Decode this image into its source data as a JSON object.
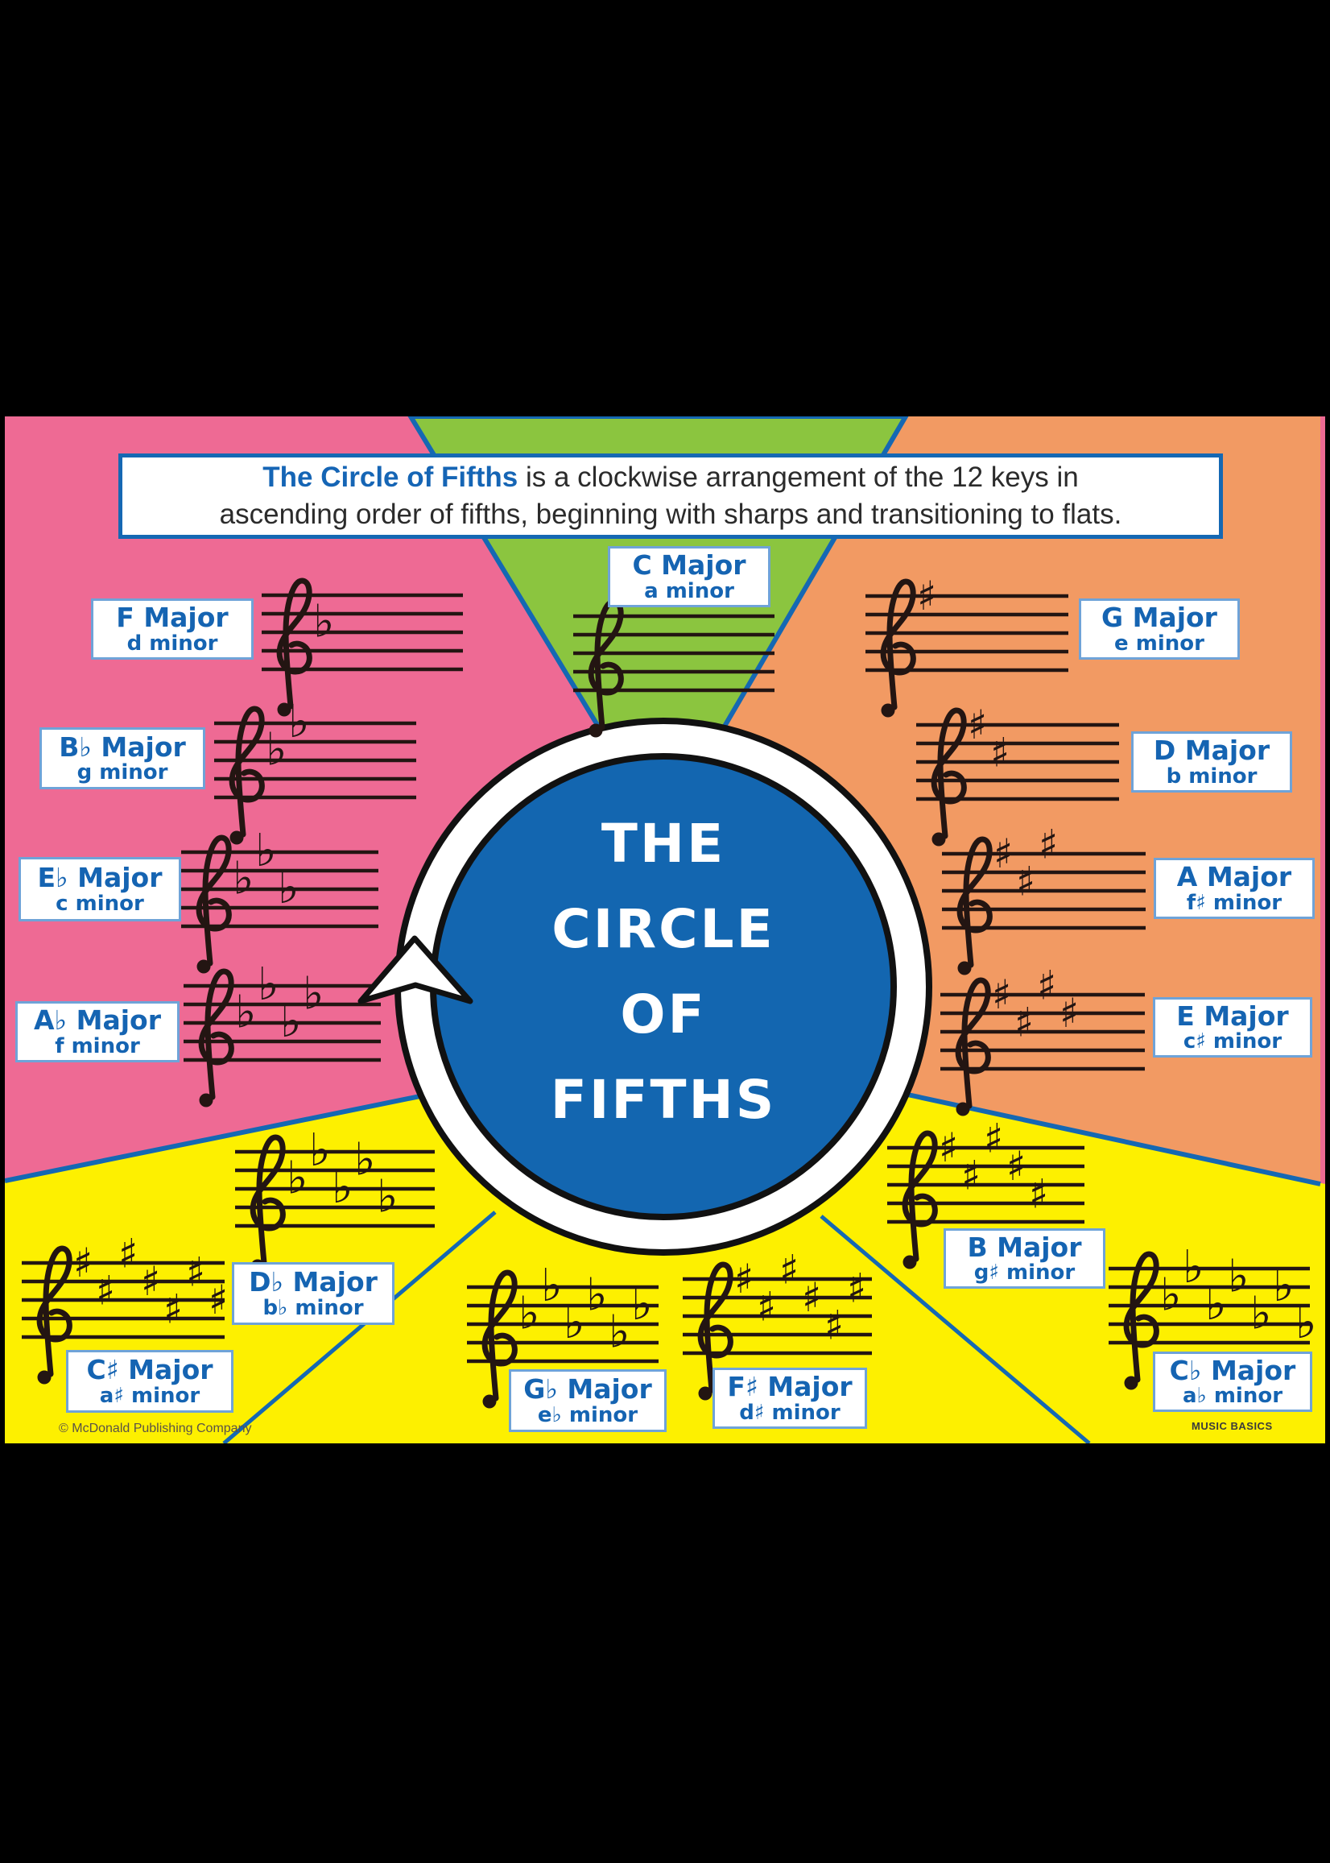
{
  "header": {
    "highlight": "The Circle of Fifths",
    "line1_rest": " is a clockwise arrangement of the 12 keys in",
    "line2": "ascending order of fifths, beginning with sharps and transitioning to flats."
  },
  "title": {
    "lines": [
      "THE",
      "CIRCLE",
      "OF",
      "FIFTHS"
    ]
  },
  "credits": {
    "copyright": "© McDonald Publishing Company",
    "series": "MUSIC BASICS"
  },
  "colors": {
    "pink": "#ee6a94",
    "green": "#8bc53f",
    "orange": "#f29a63",
    "yellow": "#fdf000",
    "blue_circle": "#1366b0",
    "blue_line": "#1568b3",
    "label_text": "#1564b2",
    "notation": "#231512",
    "ring_white": "#ffffff",
    "background": "#000000"
  },
  "keys": [
    {
      "id": "c",
      "major": "C Major",
      "minor": "a minor",
      "signature": {
        "type": "none",
        "count": 0
      },
      "section": "green"
    },
    {
      "id": "g",
      "major": "G Major",
      "minor": "e minor",
      "signature": {
        "type": "sharp",
        "count": 1
      },
      "section": "orange"
    },
    {
      "id": "d",
      "major": "D Major",
      "minor": "b minor",
      "signature": {
        "type": "sharp",
        "count": 2
      },
      "section": "orange"
    },
    {
      "id": "a",
      "major": "A Major",
      "minor": "f♯ minor",
      "signature": {
        "type": "sharp",
        "count": 3
      },
      "section": "orange"
    },
    {
      "id": "e",
      "major": "E Major",
      "minor": "c♯ minor",
      "signature": {
        "type": "sharp",
        "count": 4
      },
      "section": "orange"
    },
    {
      "id": "b",
      "major": "B Major",
      "minor": "g♯ minor",
      "signature": {
        "type": "sharp",
        "count": 5
      },
      "section": "yellow"
    },
    {
      "id": "fs",
      "major": "F♯ Major",
      "minor": "d♯ minor",
      "signature": {
        "type": "sharp",
        "count": 6
      },
      "section": "yellow"
    },
    {
      "id": "cs",
      "major": "C♯ Major",
      "minor": "a♯ minor",
      "signature": {
        "type": "sharp",
        "count": 7
      },
      "section": "yellow"
    },
    {
      "id": "f",
      "major": "F Major",
      "minor": "d minor",
      "signature": {
        "type": "flat",
        "count": 1
      },
      "section": "pink"
    },
    {
      "id": "bf",
      "major": "B♭ Major",
      "minor": "g minor",
      "signature": {
        "type": "flat",
        "count": 2
      },
      "section": "pink"
    },
    {
      "id": "ef",
      "major": "E♭ Major",
      "minor": "c minor",
      "signature": {
        "type": "flat",
        "count": 3
      },
      "section": "pink"
    },
    {
      "id": "af",
      "major": "A♭ Major",
      "minor": "f minor",
      "signature": {
        "type": "flat",
        "count": 4
      },
      "section": "pink"
    },
    {
      "id": "df",
      "major": "D♭ Major",
      "minor": "b♭ minor",
      "signature": {
        "type": "flat",
        "count": 5
      },
      "section": "yellow"
    },
    {
      "id": "gf",
      "major": "G♭ Major",
      "minor": "e♭ minor",
      "signature": {
        "type": "flat",
        "count": 6
      },
      "section": "yellow"
    },
    {
      "id": "cf",
      "major": "C♭ Major",
      "minor": "a♭ minor",
      "signature": {
        "type": "flat",
        "count": 7
      },
      "section": "yellow"
    }
  ]
}
